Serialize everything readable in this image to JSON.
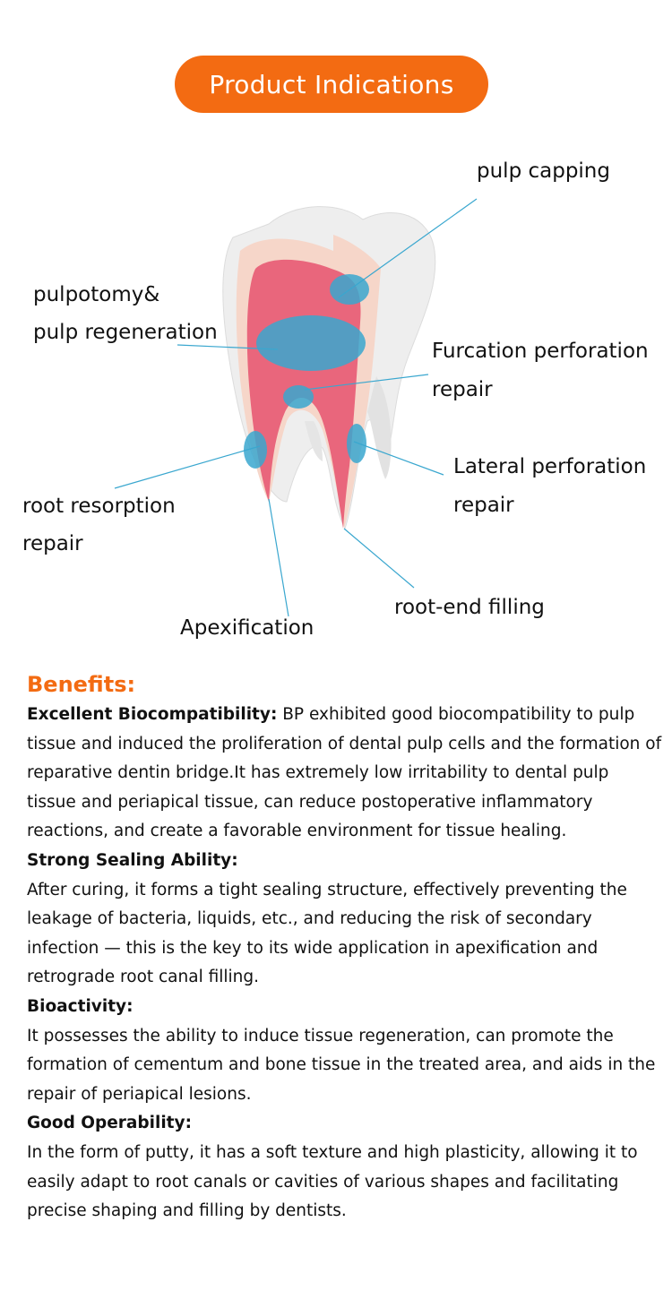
{
  "header": {
    "title": "Product Indications"
  },
  "labels": {
    "pulp_capping": "pulp capping",
    "pulpotomy_1": "pulpotomy&",
    "pulpotomy_2": "pulp regeneration",
    "furcation_1": "Furcation perforation",
    "furcation_2": "repair",
    "lateral_1": "Lateral perforation",
    "lateral_2": "repair",
    "resorption_1": "root resorption",
    "resorption_2": "repair",
    "apexification": "Apexification",
    "root_end": "root-end filling"
  },
  "colors": {
    "accent": "#f36b12",
    "marker": "#3aa7cf"
  },
  "benefits": {
    "heading": "Benefits:",
    "items": [
      {
        "title": "Excellent Biocompatibility:",
        "text": " BP exhibited good biocompatibility to pulp tissue and induced the proliferation of dental pulp cells and the formation of reparative dentin bridge.It has extremely low irritability to dental pulp tissue and periapical tissue, can reduce postoperative inflammatory reactions, and create a favorable environment for tissue healing."
      },
      {
        "title": "Strong Sealing Ability:",
        "text": "After curing, it forms a tight sealing structure, effectively preventing the leakage of bacteria, liquids, etc., and reducing the risk of secondary infection — this is the key to its wide application in apexification and retrograde root canal filling."
      },
      {
        "title": "Bioactivity:",
        "text": "It possesses the ability to induce tissue regeneration, can promote the formation of cementum and bone tissue in the treated area, and aids in the repair of periapical lesions."
      },
      {
        "title": "Good Operability:",
        "text": "In the form of putty, it has a soft texture and high plasticity, allowing it to easily adapt to root canals or cavities of various shapes and facilitating precise shaping and filling by dentists."
      }
    ]
  }
}
